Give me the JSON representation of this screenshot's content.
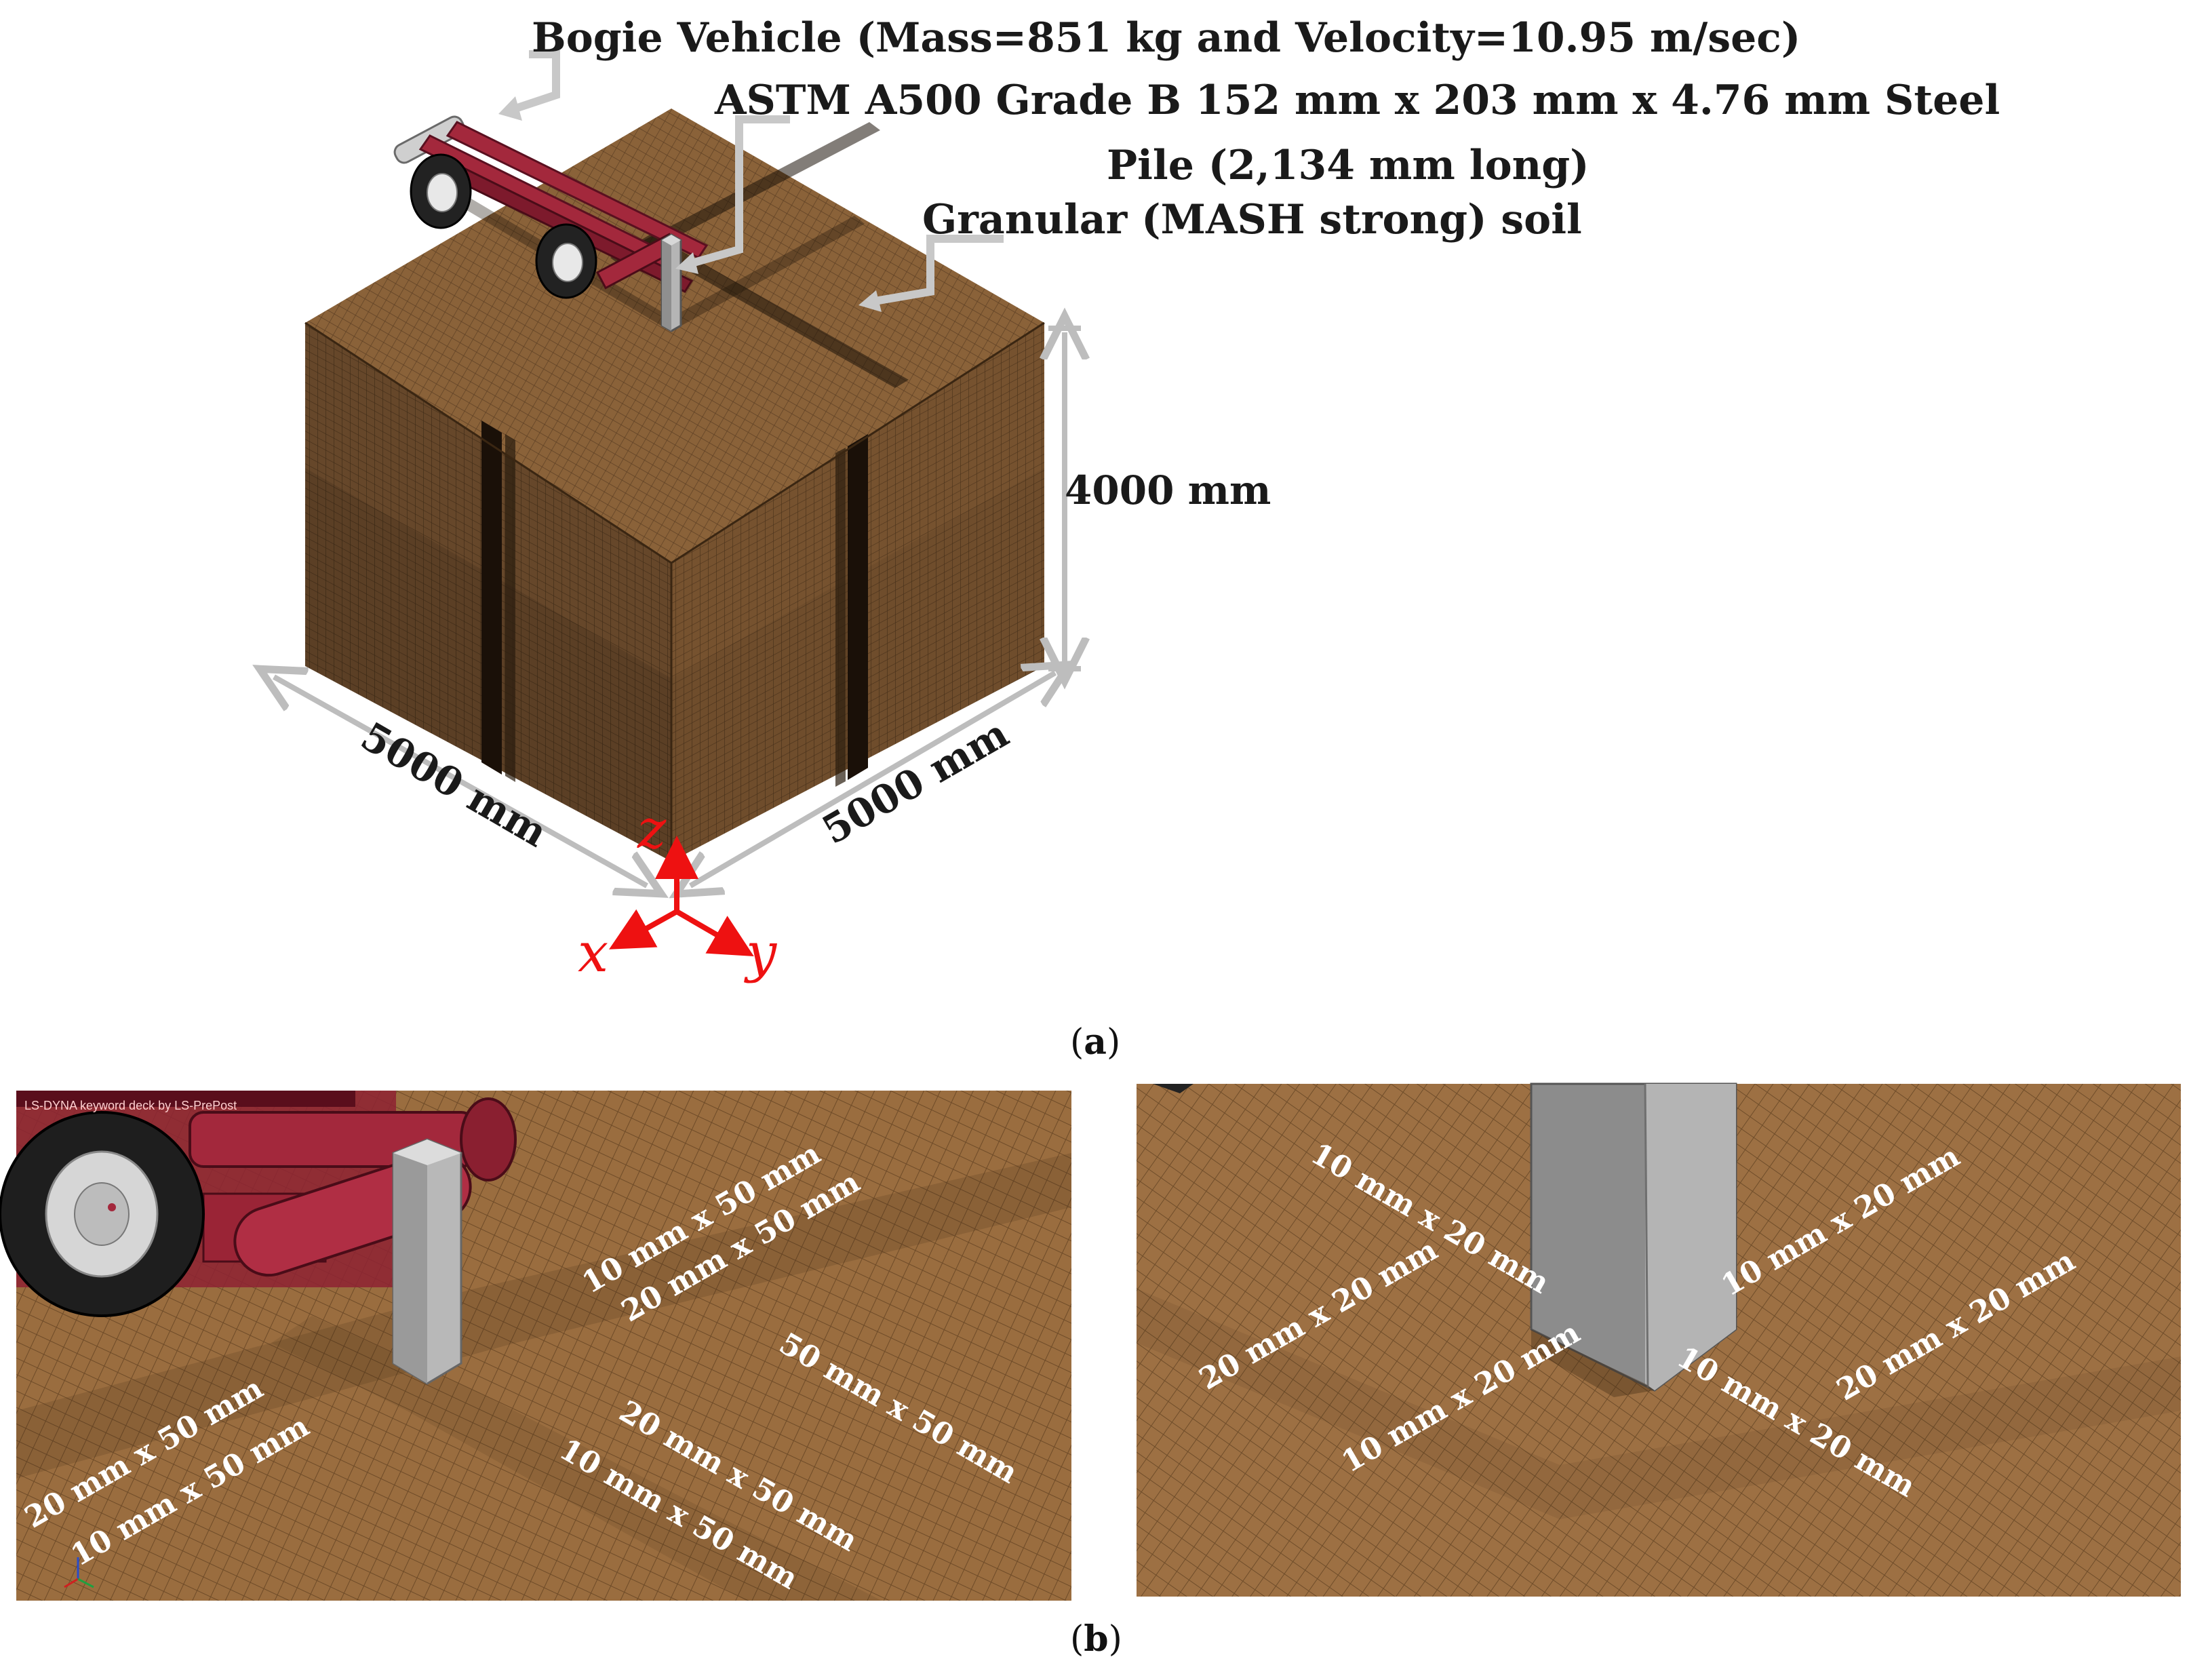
{
  "panel_a": {
    "callouts": {
      "bogie": "Bogie Vehicle (Mass=851 kg and Velocity=10.95 m/sec)",
      "pile_line1": "ASTM A500 Grade B 152 mm x 203 mm x 4.76 mm Steel",
      "pile_line2": "Pile (2,134 mm long)",
      "soil": "Granular (MASH strong) soil"
    },
    "dimensions": {
      "height": "4000 mm",
      "width_left": "5000 mm",
      "width_right": "5000 mm"
    },
    "axes": {
      "x": "x",
      "y": "y",
      "z": "z"
    },
    "caption": "a"
  },
  "panel_b": {
    "left_view": {
      "header_text": "LS-DYNA keyword deck by LS-PrePost",
      "labels": [
        "10 mm x 50 mm",
        "20 mm x 50 mm",
        "50 mm x 50 mm",
        "20 mm x 50 mm",
        "10 mm x 50 mm",
        "20 mm x 50 mm",
        "10 mm x 50 mm"
      ]
    },
    "right_view": {
      "labels": [
        "10 mm x 20 mm",
        "20 mm x 20 mm",
        "10 mm x 20 mm",
        "10 mm x 20 mm",
        "20 mm x 20 mm",
        "10 mm x 20 mm"
      ]
    },
    "caption": "b"
  },
  "colors": {
    "soil_top": "#8a6239",
    "soil_left": "#6a4a2a",
    "soil_right": "#7a5430",
    "vehicle_red": "#a3283c",
    "steel_gray": "#b5b5b5",
    "leader_gray": "#c8c8c8",
    "axis_red": "#ee1111"
  }
}
